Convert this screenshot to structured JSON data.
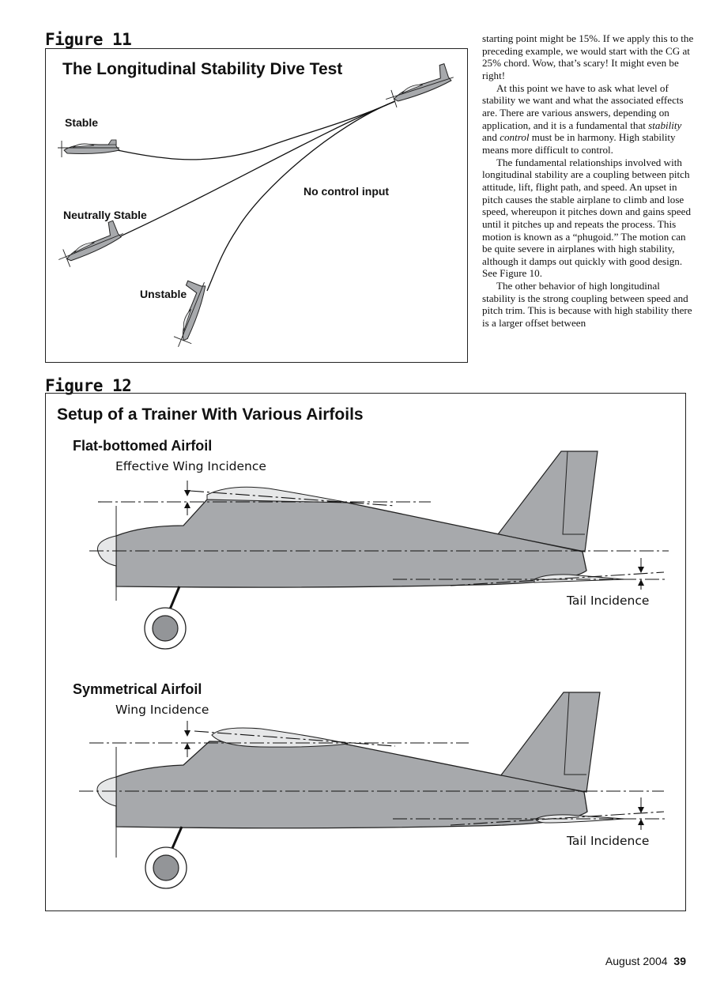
{
  "figure11": {
    "label": "Figure 11",
    "title": "The Longitudinal Stability Dive Test",
    "labels": {
      "stable": "Stable",
      "neutral": "Neutrally Stable",
      "unstable": "Unstable",
      "no_control": "No control input"
    }
  },
  "figure12": {
    "label": "Figure 12",
    "title": "Setup of a Trainer With Various Airfoils",
    "top": {
      "heading": "Flat-bottomed Airfoil",
      "wing_label": "Effective Wing Incidence",
      "tail_label": "Tail Incidence"
    },
    "bottom": {
      "heading": "Symmetrical Airfoil",
      "wing_label": "Wing Incidence",
      "tail_label": "Tail Incidence"
    }
  },
  "article": {
    "p1_a": "starting point might be 15%. If we apply this to the preceding example, we would start with the CG at 25% chord. Wow, that’s scary! It might even be right!",
    "p2_a": "At this point we have to ask what level of stability we want and what the associated effects are. There are various answers, depending on application, and it is a fundamental that ",
    "p2_em1": "stability",
    "p2_b": " and ",
    "p2_em2": "control",
    "p2_c": " must be in harmony. High stability means more difficult to control.",
    "p3": "The fundamental relationships involved with longitudinal stability are a coupling between pitch attitude, lift, flight path, and speed. An upset in pitch causes the stable airplane to climb and lose speed, whereupon it pitches down and gains speed until it pitches up and repeats the process. This motion is known as a “phugoid.” The motion can be quite severe in airplanes with high stability, although it damps out quickly with good design. See Figure 10.",
    "p4": "The other behavior of high longitudinal stability is the strong coupling between speed and pitch trim. This is because with high stability there is a larger offset between"
  },
  "footer": {
    "issue": "August 2004",
    "page": "39"
  },
  "colors": {
    "fuselage": "#a7a9ac",
    "wing": "#e6e7e8",
    "wheel_hub": "#939598"
  }
}
